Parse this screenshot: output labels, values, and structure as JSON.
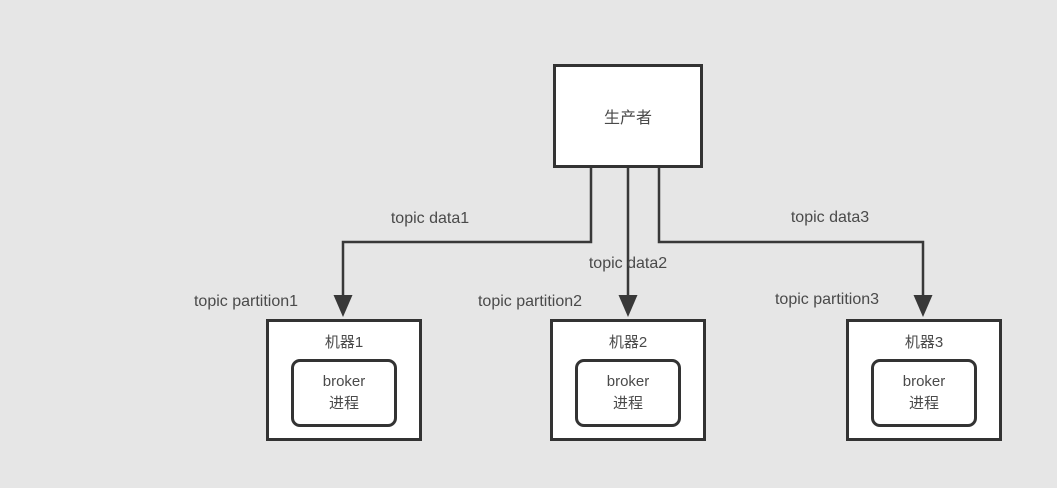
{
  "diagram": {
    "producer": {
      "label": "生产者"
    },
    "edges": [
      {
        "label": "topic data1"
      },
      {
        "label": "topic data2"
      },
      {
        "label": "topic data3"
      }
    ],
    "partitions": [
      {
        "label": "topic partition1"
      },
      {
        "label": "topic partition2"
      },
      {
        "label": "topic partition3"
      }
    ],
    "machines": [
      {
        "title": "机器1",
        "process_line1": "broker",
        "process_line2": "进程"
      },
      {
        "title": "机器2",
        "process_line1": "broker",
        "process_line2": "进程"
      },
      {
        "title": "机器3",
        "process_line1": "broker",
        "process_line2": "进程"
      }
    ],
    "colors": {
      "background": "#e6e6e6",
      "box_fill": "#ffffff",
      "stroke": "#383838",
      "text": "#4a4a4a"
    }
  }
}
